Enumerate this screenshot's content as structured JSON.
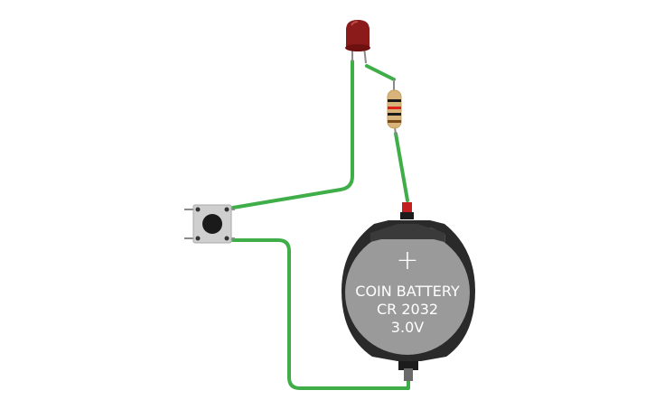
{
  "components": {
    "battery": {
      "polarity_symbol": "+",
      "label_line1": "COIN BATTERY",
      "label_line2": "CR 2032",
      "label_line3": "3.0V"
    },
    "led": {
      "color": "#8b1a1a"
    },
    "resistor": {
      "bands": [
        "#1a1a1a",
        "#e0201b",
        "#1a1a1a",
        "#7a4a1a"
      ]
    },
    "pushbutton": {}
  },
  "colors": {
    "wire": "#3fae49",
    "battery_body": "#3a3a3a",
    "battery_face": "#9a9a9a",
    "led_red": "#8b1a1a"
  }
}
